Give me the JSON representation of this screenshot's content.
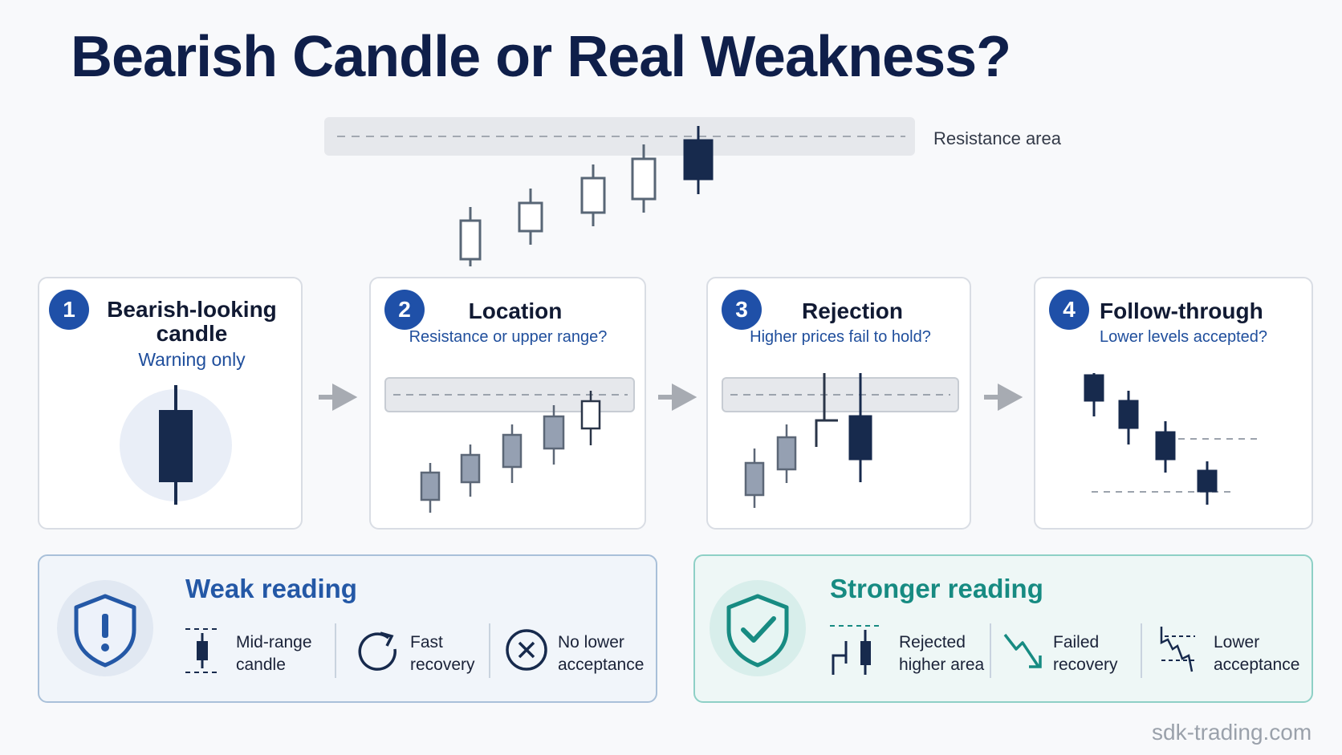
{
  "title": "Bearish Candle or Real Weakness?",
  "resistance_label": "Resistance area",
  "steps": [
    {
      "number": "1",
      "title": "Bearish-looking candle",
      "subtitle": "Warning only"
    },
    {
      "number": "2",
      "title": "Location",
      "subtitle": "Resistance or upper range?"
    },
    {
      "number": "3",
      "title": "Rejection",
      "subtitle": "Higher prices fail to hold?"
    },
    {
      "number": "4",
      "title": "Follow-through",
      "subtitle": "Lower levels accepted?"
    }
  ],
  "weak": {
    "title": "Weak reading",
    "items": [
      {
        "line1": "Mid-range",
        "line2": "candle",
        "icon": "mid-range-candle-icon"
      },
      {
        "line1": "Fast",
        "line2": "recovery",
        "icon": "refresh-icon"
      },
      {
        "line1": "No lower",
        "line2": "acceptance",
        "icon": "x-circle-icon"
      }
    ]
  },
  "strong": {
    "title": "Stronger reading",
    "items": [
      {
        "line1": "Rejected",
        "line2": "higher area",
        "icon": "rejected-candles-icon"
      },
      {
        "line1": "Failed",
        "line2": "recovery",
        "icon": "falling-arrow-icon"
      },
      {
        "line1": "Lower",
        "line2": "acceptance",
        "icon": "lower-acceptance-icon"
      }
    ]
  },
  "colors": {
    "navy": "#172a4d",
    "blue": "#1f50a8",
    "teal": "#178b82",
    "weak_blue": "#2458a6"
  },
  "footer": "sdk-trading.com"
}
